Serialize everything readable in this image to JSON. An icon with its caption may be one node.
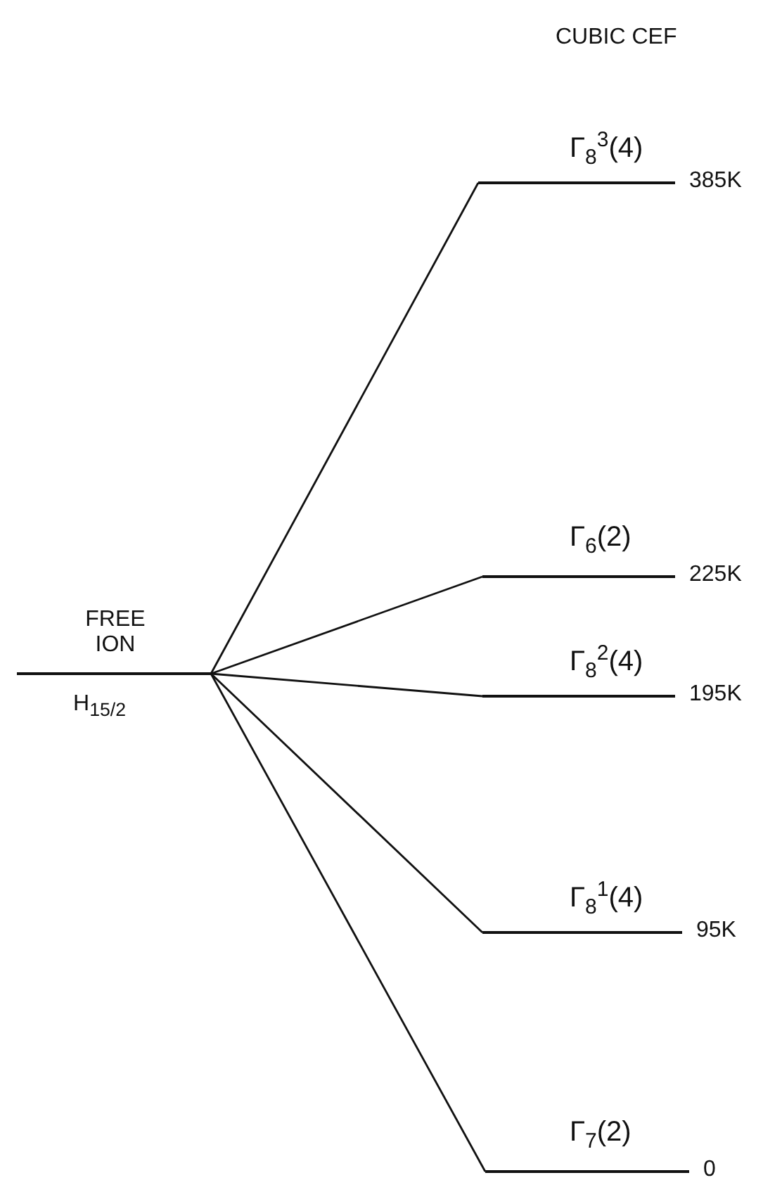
{
  "diagram": {
    "nodes": [
      {
        "text": [],
        "shape": "bar",
        "beside": [
          "FREE ION",
          "H$_{15/2}$"
        ]
      },
      {
        "text": [],
        "shape": "bar",
        "beside": [
          "Γ$_{8}$$^{3}$(4)",
          "385K"
        ]
      },
      {
        "text": [],
        "shape": "bar",
        "beside": [
          "Γ$_{6}$(2)",
          "225K"
        ]
      },
      {
        "text": [],
        "shape": "bar",
        "beside": [
          "Γ$_{8}$$^{2}$(4)",
          "195K"
        ]
      },
      {
        "text": [],
        "shape": "bar",
        "beside": [
          "Γ$_{8}$$^{1}$(4)",
          "95K"
        ]
      },
      {
        "text": [],
        "shape": "bar",
        "beside": [
          "Γ$_{7}$(2)",
          "0"
        ]
      }
    ],
    "edges": [
      {
        "from": 0,
        "to": 1,
        "arrow": "none"
      },
      {
        "from": 0,
        "to": 2,
        "arrow": "none"
      },
      {
        "from": 0,
        "to": 3,
        "arrow": "none"
      },
      {
        "from": 0,
        "to": 4,
        "arrow": "none"
      },
      {
        "from": 0,
        "to": 5,
        "arrow": "none"
      }
    ],
    "labels": [
      "CUBIC CEF"
    ]
  }
}
